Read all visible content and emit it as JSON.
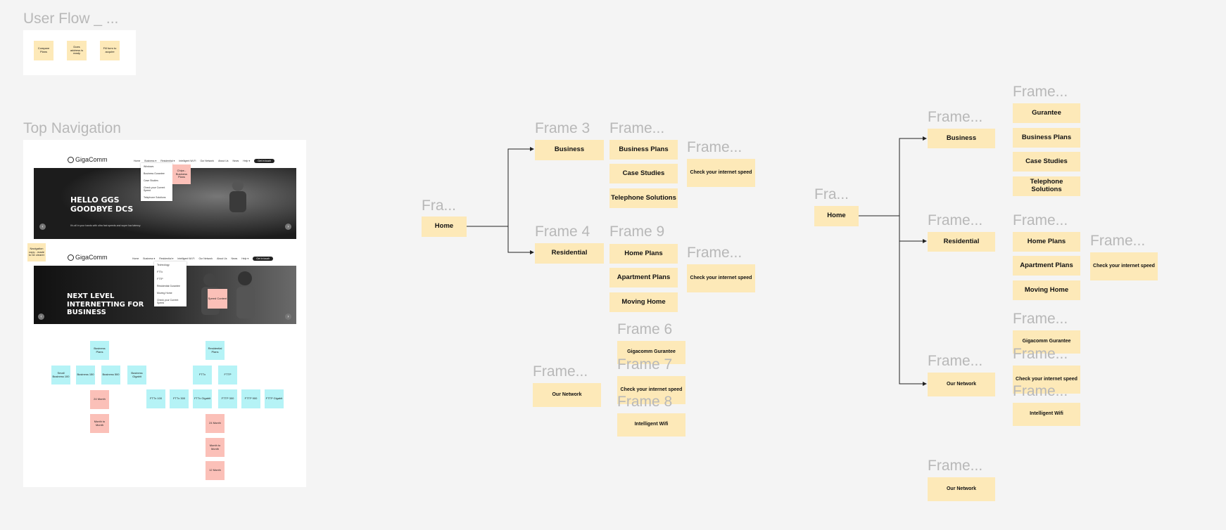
{
  "user_flow": {
    "title": "User Flow _ ...",
    "steps": [
      "Compare Plans",
      "Does address is ready",
      "Fill form to acquire"
    ]
  },
  "top_nav": {
    "title": "Top Navigation",
    "logo": "GigaComm",
    "nav1": [
      "Home",
      "Business ▾",
      "Residential ▾",
      "Intelligent Wi-Fi",
      "Our Network",
      "About Us",
      "News",
      "Help ▾"
    ],
    "nav2": [
      "Home",
      "Business ▾",
      "Residential ▾",
      "Intelligent Wi-Fi",
      "Our Network",
      "About Us",
      "News",
      "Help ▾"
    ],
    "cta": "Get in touch",
    "dropdown1": [
      "Windows",
      "Business Gurantee",
      "Case Studies",
      "Check your Current Speed",
      "Telephone Solutions"
    ],
    "dropdown2": [
      "Technology",
      "FTTx",
      "FTTP",
      "Residential Gurantee",
      "Moving Home",
      "Check your Current Speed"
    ],
    "hero1_title": "HELLO GGS GOODBYE DCS",
    "hero1_sub": "It's all in your hands with ultra fast speeds and super low latency",
    "hero2_title": "NEXT LEVEL INTERNETTING FOR BUSINESS",
    "sticky_business": "Chips - Business Plans",
    "sticky_nav_note": "Navigation copy - made to be clearer",
    "sticky_speed": "Speed Content",
    "tree_left": {
      "root": "Business Plans",
      "children": [
        "Small Business 100",
        "Business 150",
        "Business 500",
        "Business Gigabit"
      ],
      "pinks": [
        "24 Month",
        "Month to Month"
      ]
    },
    "tree_right": {
      "root": "Residential Plans",
      "children": [
        "FTTx",
        "FTTP"
      ],
      "leaves": [
        "FTTx 100",
        "FTTx 300",
        "FTTx Gigabit",
        "FTTP 300",
        "FTTP 900",
        "FTTP Gigabit"
      ],
      "pinks": [
        "24 Month",
        "Month to Month",
        "12 Month"
      ]
    }
  },
  "flow1": {
    "root_label": "Fra...",
    "root": "Home",
    "frame3": "Frame 3",
    "business": "Business",
    "frame4": "Frame 4",
    "residential": "Residential",
    "frame_other": "Frame...",
    "our_network": "Our Network",
    "business_label": "Frame...",
    "business_items": [
      "Business Plans",
      "Case Studies",
      "Telephone Solutions"
    ],
    "business_speed_label": "Frame...",
    "business_speed": "Check your internet speed",
    "frame9": "Frame 9",
    "residential_items": [
      "Home Plans",
      "Apartment Plans",
      "Moving Home"
    ],
    "residential_speed_label": "Frame...",
    "residential_speed": "Check your internet speed",
    "frame6": "Frame 6",
    "gigacomm": "Gigacomm Gurantee",
    "frame7": "Frame 7",
    "check_speed": "Check your internet speed",
    "frame8": "Frame 8",
    "wifi": "Intelligent Wifi"
  },
  "flow2": {
    "root_label": "Fra...",
    "root": "Home",
    "frame_label": "Frame...",
    "business": "Business",
    "residential": "Residential",
    "our_network": "Our Network",
    "our_network2": "Our Network",
    "business_items": [
      "Gurantee",
      "Business Plans",
      "Case Studies",
      "Telephone Solutions"
    ],
    "residential_items": [
      "Home Plans",
      "Apartment Plans",
      "Moving Home"
    ],
    "speed": "Check your internet speed",
    "gigacomm": "Gigacomm Gurantee",
    "check_speed": "Check your internet speed",
    "wifi": "Intelligent Wifi"
  },
  "colors": {
    "sticky": "#fde9b8",
    "cyan": "#b5f3f6",
    "pink": "#fbc0b8",
    "label": "#b8b8b8",
    "background": "#f4f4f4"
  }
}
